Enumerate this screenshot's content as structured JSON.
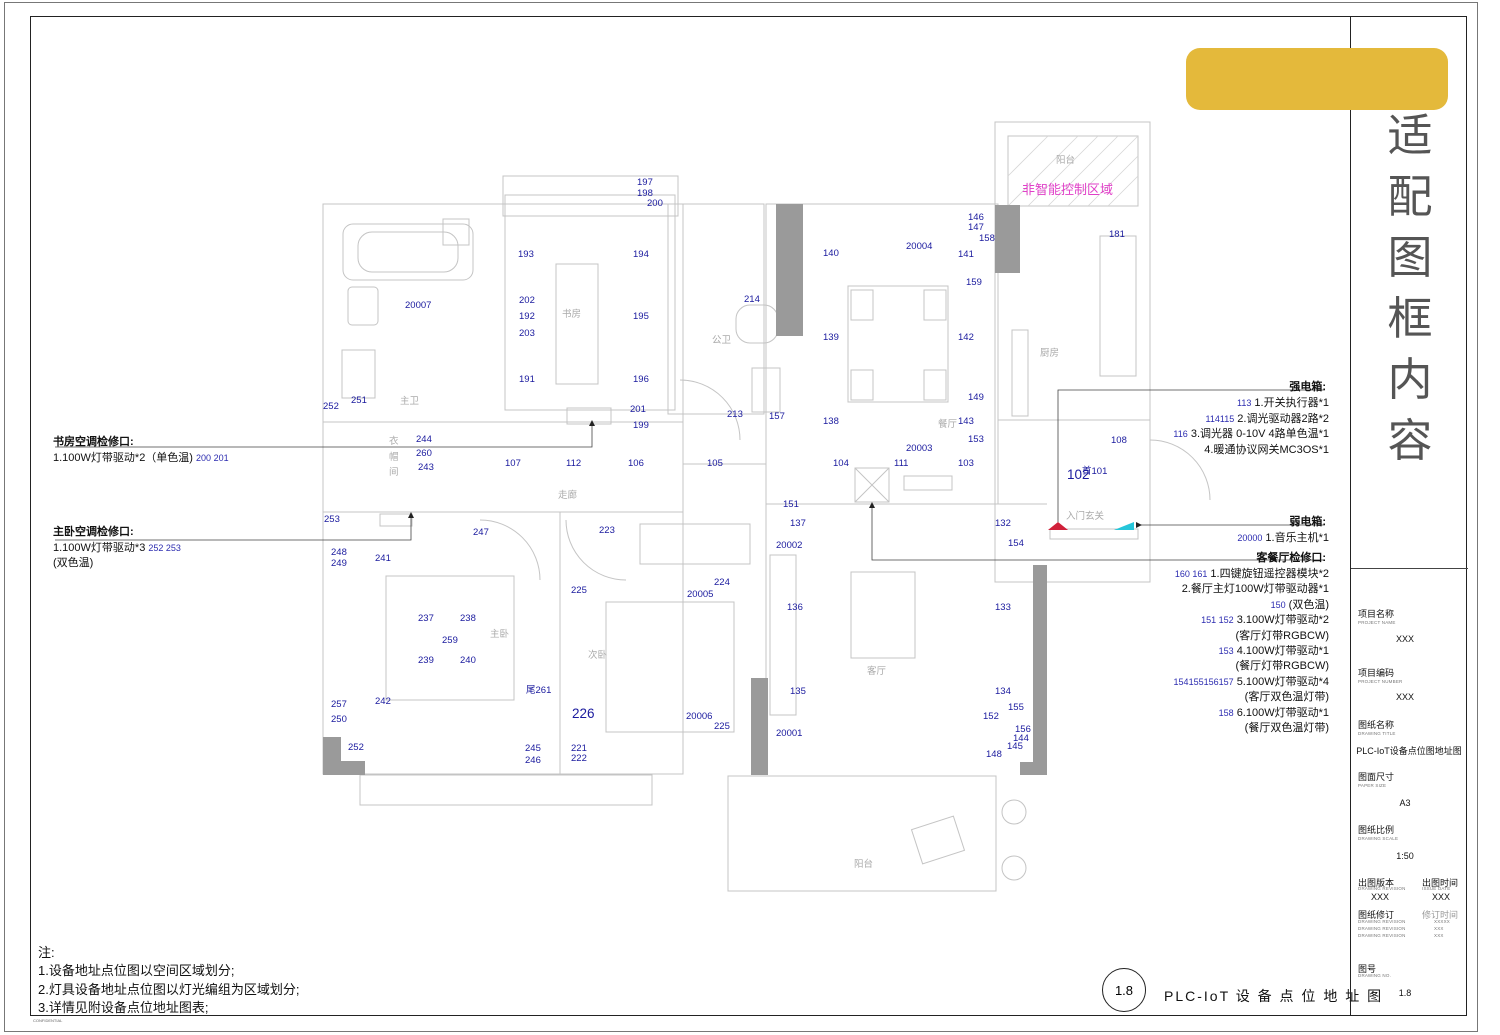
{
  "title_block": {
    "frame_title": "适配图框内容",
    "fields": [
      {
        "label": "项目名称",
        "sub": "PROJECT NAME",
        "value": "XXX"
      },
      {
        "label": "项目编码",
        "sub": "PROJECT NUMBER",
        "value": "XXX"
      },
      {
        "label": "图纸名称",
        "sub": "DRAWING TITLE",
        "value": "PLC-IoT设备点位图地址图"
      },
      {
        "label": "图面尺寸",
        "sub": "PAPER SIZE",
        "value": "A3"
      },
      {
        "label": "图纸比例",
        "sub": "DRAWING SCALE",
        "value": "1:50"
      }
    ],
    "revision_label": "出图版本",
    "revision_sub": "DRAWING REVISION",
    "revision_value": "XXX",
    "issue_label": "出图时间",
    "issue_sub": "ISSUE DATE",
    "issue_value": "XXX",
    "modify_label": "图纸修订",
    "modify_time_label": "修订时间",
    "modify_rows": [
      {
        "sub": "DRAWING REVISION",
        "value": "XXXXX"
      },
      {
        "sub": "DRAWING REVISION",
        "value": "XXX"
      },
      {
        "sub": "DRAWING REVISION",
        "value": "XXX"
      }
    ],
    "drawing_no_label": "图号",
    "drawing_no_sub": "DRAWING NO.",
    "drawing_no_value": "1.8"
  },
  "drawing": {
    "number": "1.8",
    "title": "PLC-IoT 设 备 点 位 地 址 图",
    "confidential": "CONFIDENTIAL",
    "non_smart_zone": "非智能控制区域"
  },
  "notes": {
    "heading": "注:",
    "items": [
      "1.设备地址点位图以空间区域划分;",
      "2.灯具设备地址点位图以灯光编组为区域划分;",
      "3.详情见附设备点位地址图表;"
    ]
  },
  "left_annotations": [
    {
      "title": "书房空调检修口:",
      "lines": [
        {
          "text": "1.100W灯带驱动*2（单色温)",
          "ids": "200 201"
        }
      ]
    },
    {
      "title": "主卧空调检修口:",
      "lines": [
        {
          "text": "1.100W灯带驱动*3",
          "ids": "252 253"
        },
        {
          "text": "(双色温)",
          "ids": ""
        }
      ]
    }
  ],
  "right_annotations": {
    "strong_box": {
      "title": "强电箱:",
      "lines": [
        {
          "ids": "113",
          "text": "1.开关执行器*1"
        },
        {
          "ids": "114115",
          "text": "2.调光驱动器2路*2"
        },
        {
          "ids": "116",
          "text": "3.调光器 0-10V 4路单色温*1"
        },
        {
          "ids": "",
          "text": "4.暖通协议网关MC3OS*1"
        }
      ]
    },
    "weak_box": {
      "title": "弱电箱:",
      "lines": [
        {
          "ids": "20000",
          "text": "1.音乐主机*1"
        }
      ]
    },
    "dining_access": {
      "title": "客餐厅检修口:",
      "lines": [
        {
          "ids": "160  161",
          "text": "1.四键旋钮遥控器模块*2"
        },
        {
          "ids": "",
          "text": "2.餐厅主灯100W灯带驱动器*1"
        },
        {
          "ids": "150",
          "text": "(双色温)"
        },
        {
          "ids": "151 152",
          "text": "3.100W灯带驱动*2"
        },
        {
          "ids": "",
          "text": "(客厅灯带RGBCW)"
        },
        {
          "ids": "153",
          "text": "4.100W灯带驱动*1"
        },
        {
          "ids": "",
          "text": "(餐厅灯带RGBCW)"
        },
        {
          "ids": "154155156157",
          "text": "5.100W灯带驱动*4"
        },
        {
          "ids": "",
          "text": "(客厅双色温灯带)"
        },
        {
          "ids": "158",
          "text": "6.100W灯带驱动*1"
        },
        {
          "ids": "",
          "text": "(餐厅双色温灯带)"
        }
      ]
    }
  },
  "rooms": [
    "阳台",
    "厨房",
    "书房",
    "公卫",
    "主卫",
    "衣",
    "帽",
    "间",
    "走廊",
    "餐厅",
    "入门玄关",
    "主卧",
    "次卧",
    "客厅",
    "阳台"
  ],
  "device_labels": [
    "197",
    "198",
    "200",
    "193",
    "194",
    "202",
    "192",
    "203",
    "195",
    "191",
    "196",
    "201",
    "199",
    "214",
    "213",
    "157",
    "20007",
    "251",
    "252",
    "244",
    "260",
    "243",
    "107",
    "112",
    "106",
    "105",
    "253",
    "247",
    "223",
    "248",
    "249",
    "241",
    "237",
    "238",
    "259",
    "239",
    "240",
    "225",
    "224",
    "20005",
    "尾261",
    "226",
    "20006",
    "225",
    "257",
    "242",
    "250",
    "252",
    "245",
    "246",
    "221",
    "222",
    "140",
    "20004",
    "141",
    "146",
    "147",
    "158",
    "181",
    "159",
    "139",
    "142",
    "138",
    "143",
    "149",
    "153",
    "20003",
    "104",
    "111",
    "103",
    "108",
    "102",
    "首101",
    "151",
    "137",
    "20002",
    "132",
    "154",
    "136",
    "133",
    "135",
    "20001",
    "134",
    "155",
    "152",
    "156",
    "144",
    "145",
    "148"
  ],
  "colors": {
    "accent": "#e4b93b",
    "device_blue": "#1a1a9e",
    "device_red": "#d0203a",
    "non_smart": "#e040c8",
    "wall_gray": "#9a9a9a",
    "plan_line": "#bdbdbd"
  }
}
